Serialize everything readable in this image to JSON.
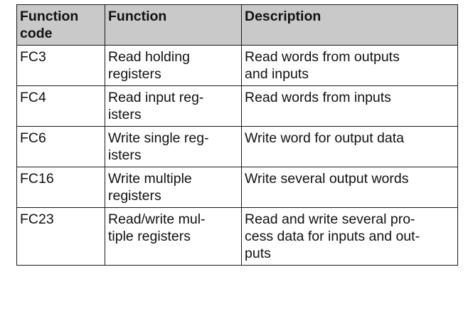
{
  "table": {
    "headers": {
      "code_line1": "Function",
      "code_line2": "code",
      "function": "Function",
      "description": "Description"
    },
    "rows": [
      {
        "code": "FC3",
        "function_lines": [
          "Read holding",
          "registers"
        ],
        "description_lines": [
          "Read words from outputs",
          "and inputs"
        ]
      },
      {
        "code": "FC4",
        "function_lines": [
          "Read input reg-",
          "isters"
        ],
        "description_lines": [
          "Read words from inputs"
        ]
      },
      {
        "code": "FC6",
        "function_lines": [
          "Write single reg-",
          "isters"
        ],
        "description_lines": [
          "Write word for output data"
        ]
      },
      {
        "code": "FC16",
        "function_lines": [
          "Write multiple",
          "registers"
        ],
        "description_lines": [
          "Write several output words"
        ]
      },
      {
        "code": "FC23",
        "function_lines": [
          "Read/write mul-",
          "tiple registers"
        ],
        "description_lines": [
          "Read and write several pro-",
          "cess data for inputs and out-",
          "puts"
        ]
      }
    ]
  }
}
